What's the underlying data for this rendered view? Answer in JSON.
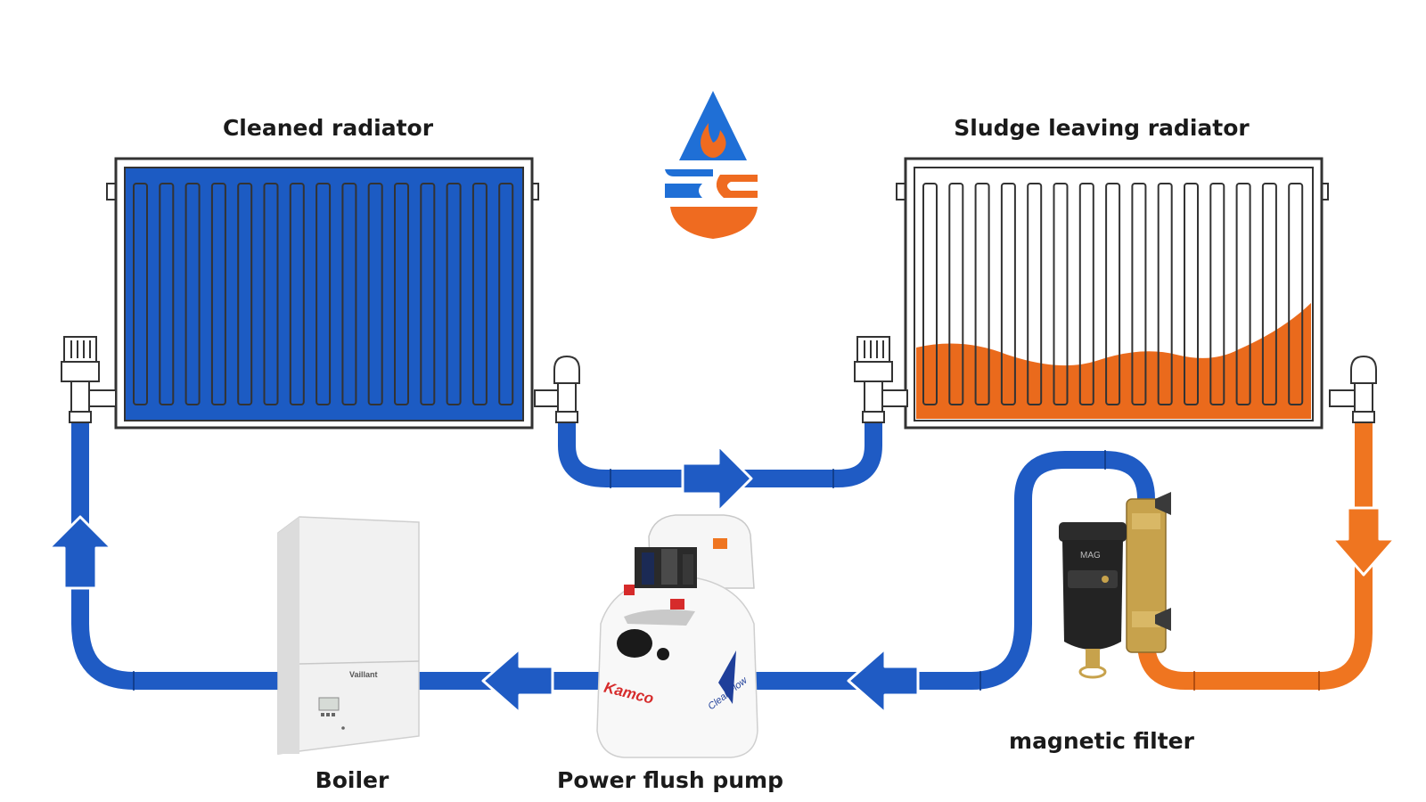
{
  "labels": {
    "cleaned_radiator": "Cleaned radiator",
    "sludge_radiator": "Sludge leaving radiator",
    "boiler": "Boiler",
    "pump": "Power flush pump",
    "filter": "magnetic filter"
  },
  "device_text": {
    "boiler_brand": "Vaillant",
    "pump_brand": "Kamco",
    "pump_product": "CleanFlow",
    "filter_brand": "MAG"
  },
  "colors": {
    "clean_water": "#1c5bc3",
    "sludge": "#ea6a1c",
    "pipe_blue": "#1f5bc4",
    "pipe_orange": "#ef7520",
    "logo_blue": "#1f6fd6",
    "logo_orange": "#ef6b20"
  },
  "icons": [
    "water-drop-logo-icon",
    "flow-arrow-icon"
  ]
}
